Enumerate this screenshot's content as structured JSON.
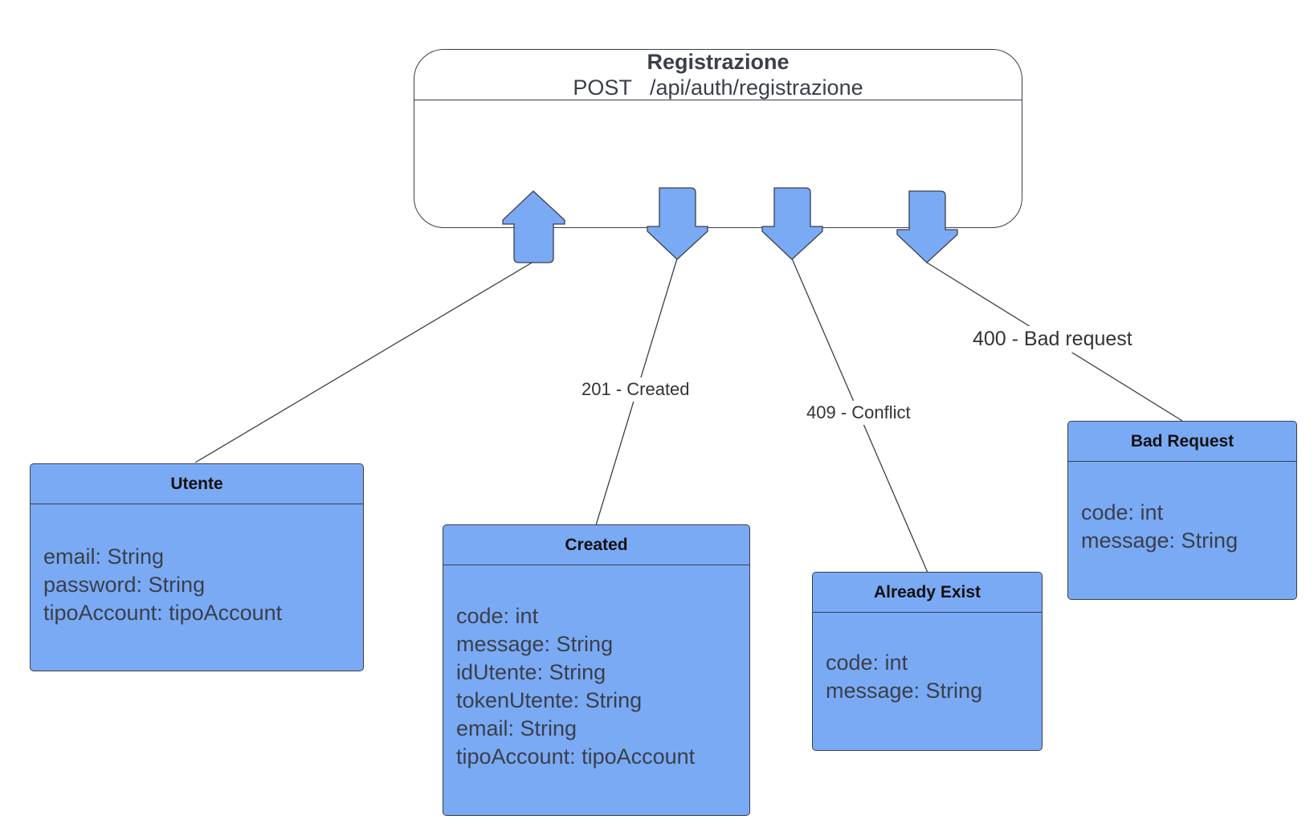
{
  "endpoint": {
    "title": "Registrazione",
    "method": "POST",
    "path": "/api/auth/registrazione"
  },
  "classes": {
    "utente": {
      "name": "Utente",
      "attributes": [
        "email: String",
        "password: String",
        "tipoAccount: tipoAccount"
      ]
    },
    "created": {
      "name": "Created",
      "attributes": [
        "code: int",
        "message: String",
        "idUtente: String",
        "tokenUtente: String",
        "email: String",
        "tipoAccount: tipoAccount"
      ]
    },
    "already_exist": {
      "name": "Already Exist",
      "attributes": [
        "code: int",
        "message: String"
      ]
    },
    "bad_request": {
      "name": "Bad Request",
      "attributes": [
        "code: int",
        "message: String"
      ]
    }
  },
  "links": {
    "created_label": "201 - Created",
    "conflict_label": "409 - Conflict",
    "bad_request_label": "400 - Bad request"
  },
  "colors": {
    "class_fill": "#7aaaf4",
    "arrow_fill": "#7aaaf4",
    "stroke": "#3a3f4a"
  }
}
